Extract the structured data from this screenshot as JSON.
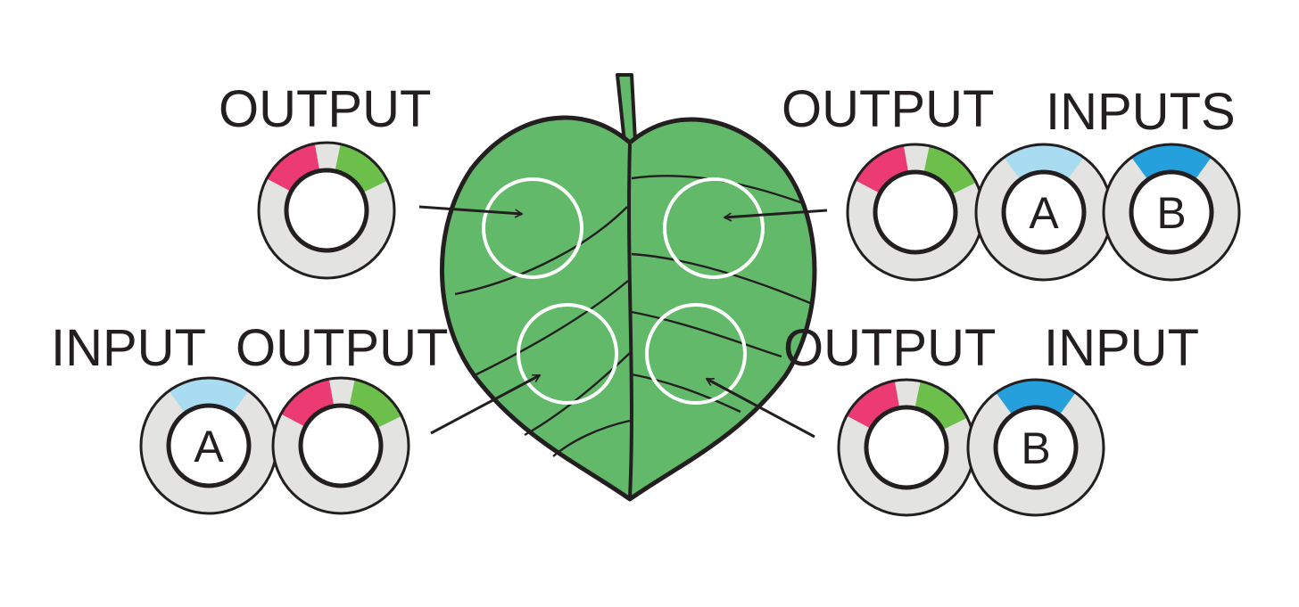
{
  "colors": {
    "leaf": "#63b96a",
    "leaf_outline": "#231f20",
    "ring_base": "#e3e3e1",
    "output_pink": "#ec3a73",
    "output_green": "#6bbf4a",
    "input_a_light_blue": "#a9dcf1",
    "input_b_blue": "#26a0dc",
    "ink": "#231f20"
  },
  "labels": {
    "top_left": "OUTPUT",
    "top_right_output": "OUTPUT",
    "top_right_inputs": "INPUTS",
    "bottom_left_input": "INPUT",
    "bottom_left_output": "OUTPUT",
    "bottom_right_output": "OUTPUT",
    "bottom_right_input": "INPUT"
  },
  "input_letters": {
    "a": "A",
    "b": "B"
  }
}
